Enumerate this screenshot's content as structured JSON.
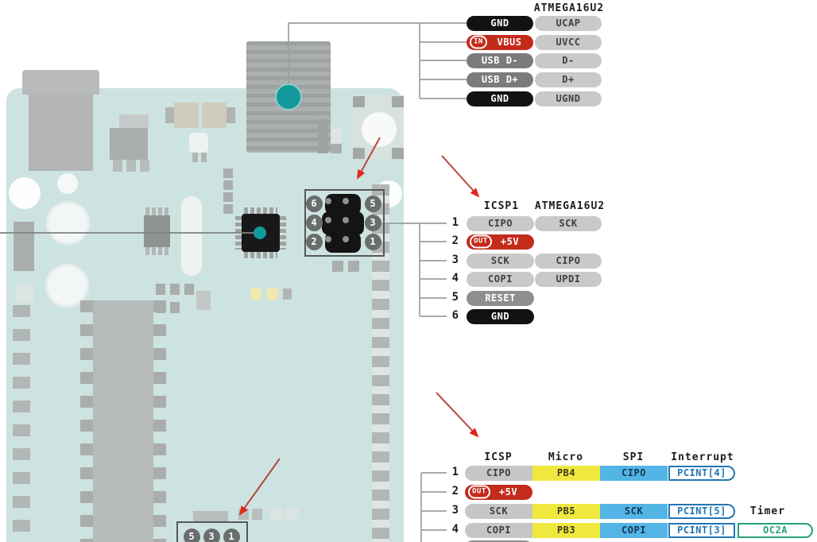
{
  "colors": {
    "board_teal": "#cde3e1",
    "accent_teal": "#12999c",
    "pill_light_gray": "#c9c9c9",
    "pill_dark_gray": "#7b7b7b",
    "pill_black": "#121212",
    "power_red": "#c32b1b",
    "micro_yellow": "#f0e83e",
    "spi_blue": "#53b4e6",
    "interrupt_blue": "#2176b5",
    "timer_green": "#27a17c",
    "arrow_red": "#e2261a",
    "line_gray": "#9aa09f"
  },
  "board": {
    "icsp1_pin_numbers": [
      "6",
      "5",
      "4",
      "3",
      "2",
      "1"
    ],
    "icsp_pin_numbers": [
      "5",
      "3",
      "1"
    ]
  },
  "pin_tables": {
    "usb": {
      "title": "ATMEGA16U2",
      "rows": [
        {
          "num": "",
          "cells": [
            {
              "t": "GND",
              "s": "black"
            },
            {
              "t": "UCAP",
              "s": "ltgray"
            }
          ]
        },
        {
          "num": "",
          "cells": [
            {
              "t": "VBUS",
              "s": "red",
              "badge": "IN"
            },
            {
              "t": "UVCC",
              "s": "ltgray"
            }
          ]
        },
        {
          "num": "",
          "cells": [
            {
              "t": "USB D-",
              "s": "dkgray"
            },
            {
              "t": "D-",
              "s": "ltgray"
            }
          ]
        },
        {
          "num": "",
          "cells": [
            {
              "t": "USB D+",
              "s": "dkgray"
            },
            {
              "t": "D+",
              "s": "ltgray"
            }
          ]
        },
        {
          "num": "",
          "cells": [
            {
              "t": "GND",
              "s": "black"
            },
            {
              "t": "UGND",
              "s": "ltgray"
            }
          ]
        }
      ]
    },
    "icsp1": {
      "col_headers": [
        "ICSP1",
        "ATMEGA16U2"
      ],
      "rows": [
        {
          "num": "1",
          "cells": [
            {
              "t": "CIPO",
              "s": "ltgray"
            },
            {
              "t": "SCK",
              "s": "ltgray"
            }
          ]
        },
        {
          "num": "2",
          "cells": [
            {
              "t": "+5V",
              "s": "red",
              "badge": "OUT"
            }
          ]
        },
        {
          "num": "3",
          "cells": [
            {
              "t": "SCK",
              "s": "ltgray"
            },
            {
              "t": "CIPO",
              "s": "ltgray"
            }
          ]
        },
        {
          "num": "4",
          "cells": [
            {
              "t": "COPI",
              "s": "ltgray"
            },
            {
              "t": "UPDI",
              "s": "ltgray"
            }
          ]
        },
        {
          "num": "5",
          "cells": [
            {
              "t": "RESET",
              "s": "midgray"
            }
          ]
        },
        {
          "num": "6",
          "cells": [
            {
              "t": "GND",
              "s": "black"
            }
          ]
        }
      ]
    },
    "icsp": {
      "col_headers": [
        "ICSP",
        "Micro",
        "SPI",
        "Interrupt"
      ],
      "timer_header": "Timer",
      "rows": [
        {
          "num": "1",
          "cells": [
            {
              "t": "CIPO",
              "s": "ltgrayL"
            },
            {
              "t": "PB4",
              "s": "yellow"
            },
            {
              "t": "CIPO",
              "s": "blue"
            },
            {
              "t": "PCINT[4]",
              "s": "pcint",
              "cap": true
            }
          ]
        },
        {
          "num": "2",
          "cells": [
            {
              "t": "+5V",
              "s": "red",
              "badge": "OUT"
            }
          ]
        },
        {
          "num": "3",
          "cells": [
            {
              "t": "SCK",
              "s": "ltgrayL"
            },
            {
              "t": "PB5",
              "s": "yellow"
            },
            {
              "t": "SCK",
              "s": "blue"
            },
            {
              "t": "PCINT[5]",
              "s": "pcint",
              "cap": true
            }
          ]
        },
        {
          "num": "4",
          "cells": [
            {
              "t": "COPI",
              "s": "ltgrayL"
            },
            {
              "t": "PB3",
              "s": "yellow"
            },
            {
              "t": "COPI",
              "s": "blue"
            },
            {
              "t": "PCINT[3]",
              "s": "pcint"
            },
            {
              "t": "OC2A",
              "s": "timer",
              "cap": true
            }
          ]
        },
        {
          "num": "",
          "cells": [
            {
              "t": "",
              "s": "midgray"
            }
          ]
        }
      ]
    }
  }
}
